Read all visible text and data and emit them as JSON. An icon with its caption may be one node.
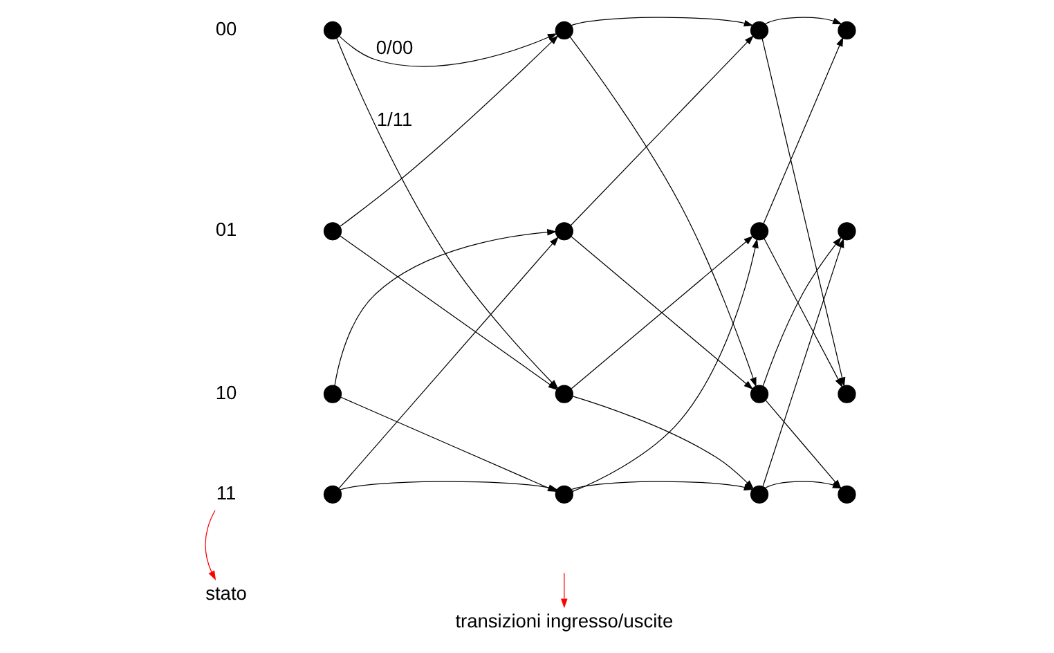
{
  "diagram": {
    "nodes": [
      {
        "text": [],
        "shape": "circle"
      },
      {
        "text": [],
        "shape": "circle"
      },
      {
        "text": [],
        "shape": "circle"
      },
      {
        "text": [],
        "shape": "circle"
      },
      {
        "text": [],
        "shape": "circle"
      },
      {
        "text": [],
        "shape": "circle"
      },
      {
        "text": [],
        "shape": "circle"
      },
      {
        "text": [],
        "shape": "circle"
      },
      {
        "text": [],
        "shape": "circle"
      },
      {
        "text": [],
        "shape": "circle"
      },
      {
        "text": [],
        "shape": "circle"
      },
      {
        "text": [],
        "shape": "circle"
      },
      {
        "text": [],
        "shape": "circle"
      },
      {
        "text": [],
        "shape": "circle"
      },
      {
        "text": [],
        "shape": "circle"
      },
      {
        "text": [],
        "shape": "circle"
      },
      {
        "text": [
          "00"
        ]
      },
      {
        "text": [
          "01"
        ]
      },
      {
        "text": [
          "10"
        ]
      },
      {
        "text": [
          "11"
        ]
      },
      {
        "text": [
          "stato"
        ]
      },
      {
        "text": [
          "transizioni ingresso/uscite"
        ]
      }
    ],
    "edges": [
      {
        "from": 0,
        "to": 4,
        "arrow": "to",
        "label": "0/00"
      },
      {
        "from": 0,
        "to": 6,
        "arrow": "to",
        "label": "1/11"
      },
      {
        "from": 1,
        "to": 4,
        "arrow": "to"
      },
      {
        "from": 1,
        "to": 6,
        "arrow": "to"
      },
      {
        "from": 2,
        "to": 5,
        "arrow": "to"
      },
      {
        "from": 2,
        "to": 7,
        "arrow": "to"
      },
      {
        "from": 3,
        "to": 5,
        "arrow": "to"
      },
      {
        "from": 3,
        "to": 7,
        "arrow": "to"
      },
      {
        "from": 4,
        "to": 8,
        "arrow": "to"
      },
      {
        "from": 4,
        "to": 10,
        "arrow": "to"
      },
      {
        "from": 5,
        "to": 8,
        "arrow": "to"
      },
      {
        "from": 5,
        "to": 10,
        "arrow": "to"
      },
      {
        "from": 6,
        "to": 9,
        "arrow": "to"
      },
      {
        "from": 6,
        "to": 11,
        "arrow": "to"
      },
      {
        "from": 7,
        "to": 9,
        "arrow": "to"
      },
      {
        "from": 7,
        "to": 11,
        "arrow": "to"
      },
      {
        "from": 8,
        "to": 12,
        "arrow": "to"
      },
      {
        "from": 8,
        "to": 14,
        "arrow": "to"
      },
      {
        "from": 9,
        "to": 12,
        "arrow": "to"
      },
      {
        "from": 9,
        "to": 14,
        "arrow": "to"
      },
      {
        "from": 10,
        "to": 13,
        "arrow": "to"
      },
      {
        "from": 10,
        "to": 15,
        "arrow": "to"
      },
      {
        "from": 11,
        "to": 13,
        "arrow": "to"
      },
      {
        "from": 11,
        "to": 15,
        "arrow": "to"
      },
      {
        "from": 19,
        "to": 20,
        "arrow": "to",
        "color": "#ff0000"
      },
      {
        "from": null,
        "to": 21,
        "arrow": "to",
        "color": "#ff0000"
      }
    ]
  }
}
